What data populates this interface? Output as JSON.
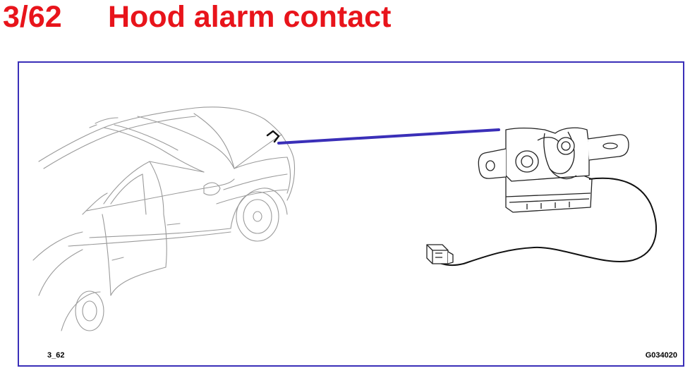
{
  "header": {
    "page_number": "3/62",
    "title": "Hood alarm contact"
  },
  "figure": {
    "ref_left": "3_62",
    "ref_right": "G034020"
  },
  "colors": {
    "title": "#e8141b",
    "frame": "#3a2fb8",
    "leader": "#3a2fb8",
    "car_outline": "#9a9a9a",
    "part_outline": "#222222"
  },
  "icons": [
    "car-outline",
    "hood-latch",
    "connector-plug"
  ]
}
